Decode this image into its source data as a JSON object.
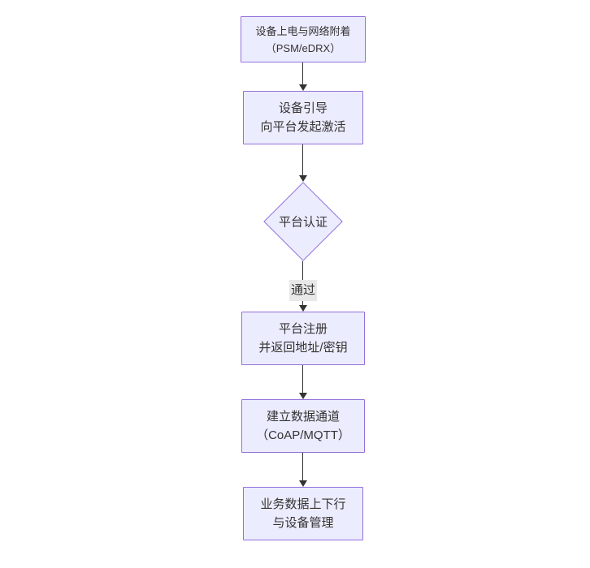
{
  "diagram": {
    "type": "flowchart",
    "direction": "top-down",
    "background": "#ffffff",
    "colors": {
      "node_fill": "#ECECFF",
      "node_border": "#9370DB",
      "edge_line": "#333333",
      "text": "#333333",
      "edge_label_bg": "#e8e8e8"
    },
    "nodes": [
      {
        "id": "A",
        "shape": "rect",
        "lines": [
          "设备上电与网络附着",
          "（PSM/eDRX）"
        ]
      },
      {
        "id": "B",
        "shape": "rect",
        "lines": [
          "设备引导",
          "向平台发起激活"
        ]
      },
      {
        "id": "C",
        "shape": "diamond",
        "lines": [
          "平台认证"
        ]
      },
      {
        "id": "D",
        "shape": "rect",
        "lines": [
          "平台注册",
          "并返回地址/密钥"
        ]
      },
      {
        "id": "E",
        "shape": "rect",
        "lines": [
          "建立数据通道",
          "（CoAP/MQTT）"
        ]
      },
      {
        "id": "F",
        "shape": "rect",
        "lines": [
          "业务数据上下行",
          "与设备管理"
        ]
      }
    ],
    "edges": [
      {
        "from": "A",
        "to": "B",
        "label": ""
      },
      {
        "from": "B",
        "to": "C",
        "label": ""
      },
      {
        "from": "C",
        "to": "D",
        "label": "通过"
      },
      {
        "from": "D",
        "to": "E",
        "label": ""
      },
      {
        "from": "E",
        "to": "F",
        "label": ""
      }
    ]
  }
}
